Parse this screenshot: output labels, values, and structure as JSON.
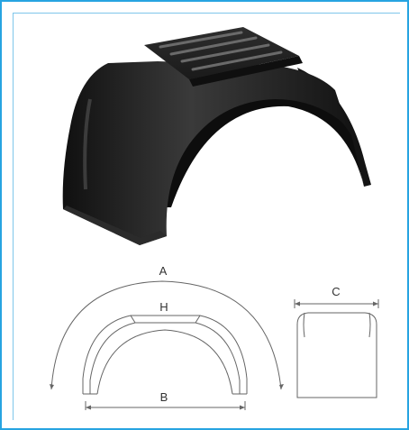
{
  "colors": {
    "frame": "#27a4e1",
    "fender": "#1c1c1c",
    "line_art": "#666666",
    "label": "#333333"
  },
  "photo": {
    "subject_icon": "fender-photo-icon"
  },
  "drawing": {
    "label_A": "A",
    "label_H": "H",
    "label_B": "B",
    "label_C": "C"
  }
}
